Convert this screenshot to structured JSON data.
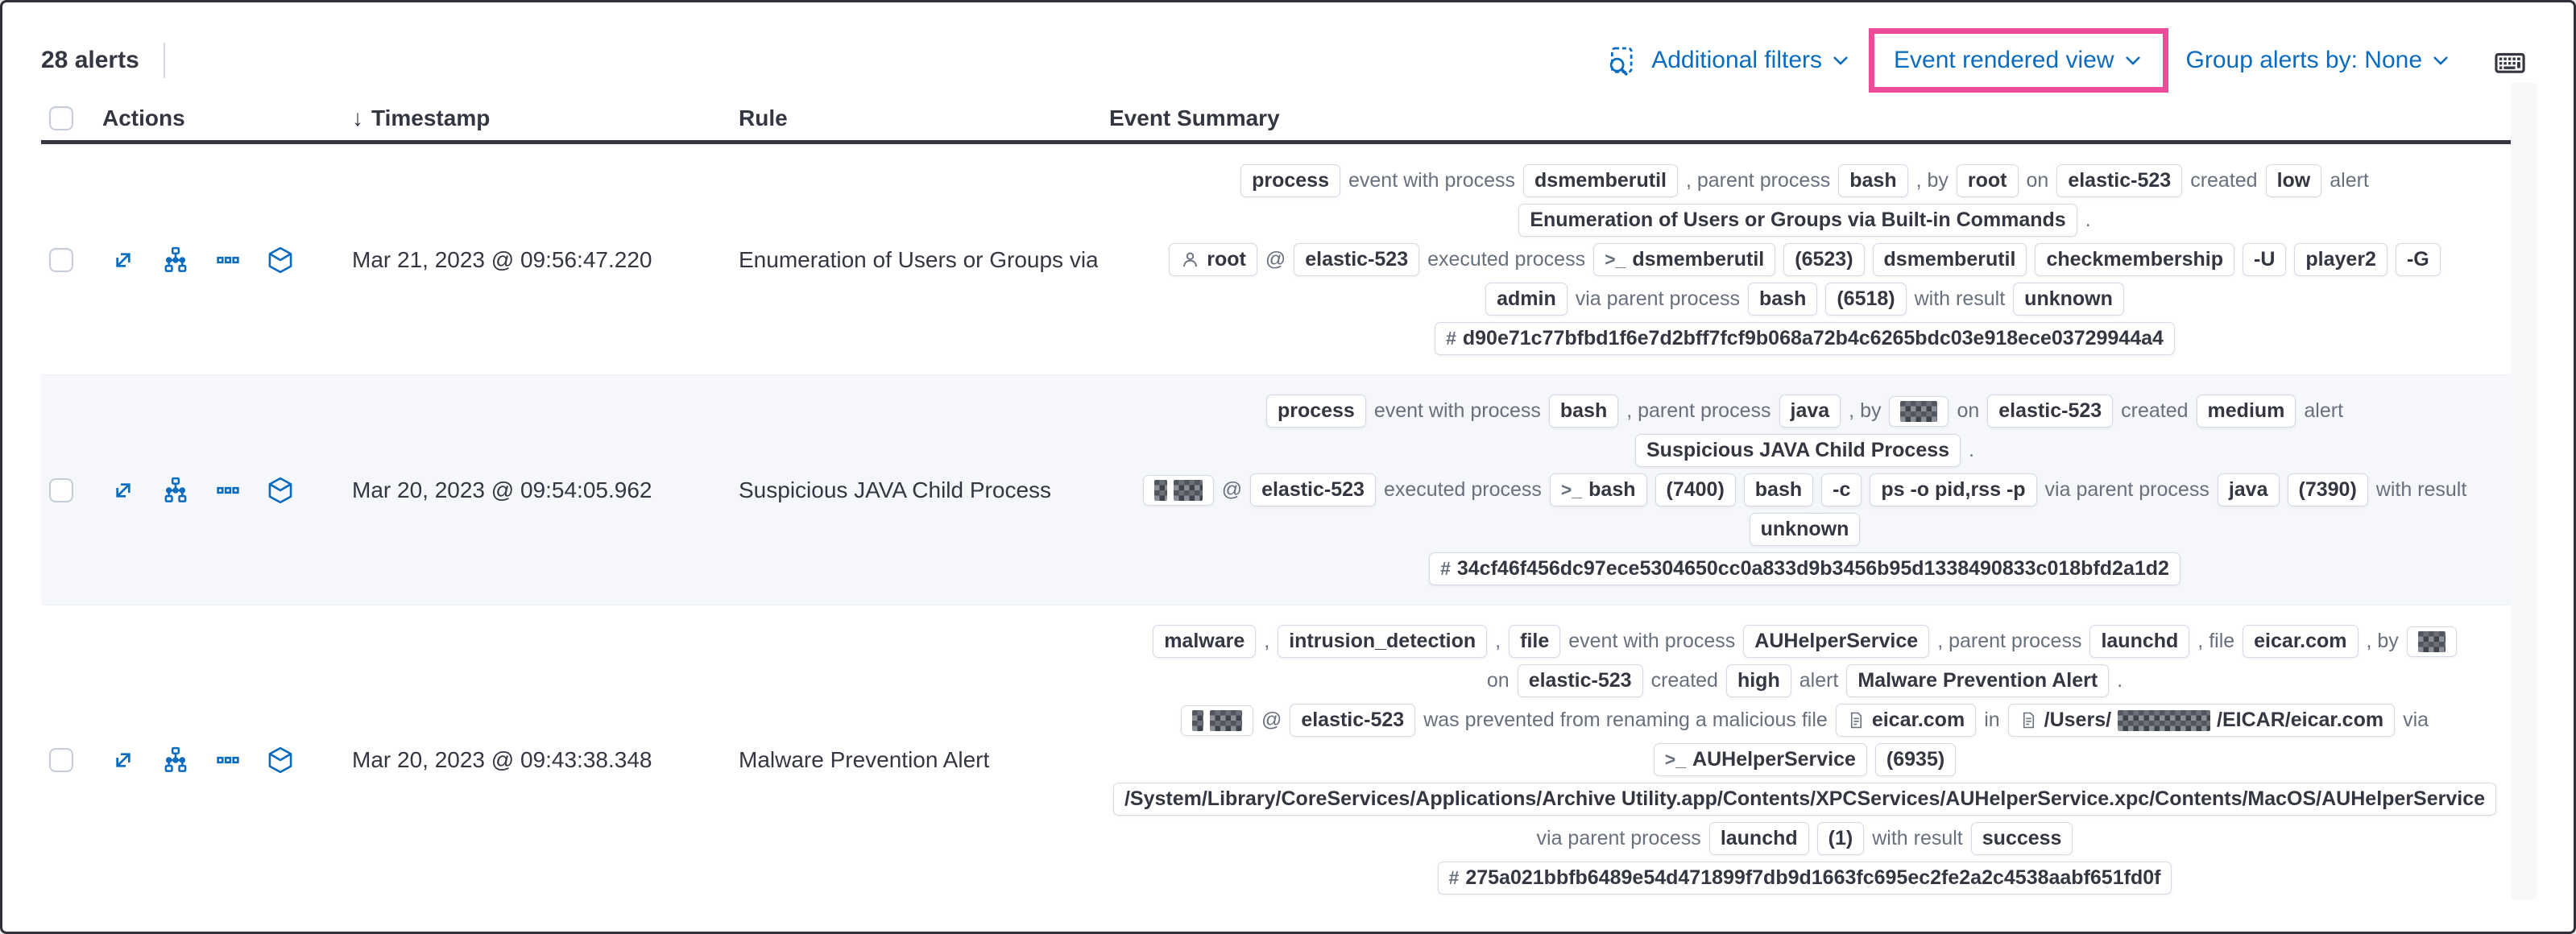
{
  "toolbar": {
    "alert_count": "28 alerts",
    "additional_filters_label": "Additional filters",
    "view_selector_label": "Event rendered view",
    "group_by_label": "Group alerts by: None",
    "highlight_color": "#ee4c9a",
    "link_color": "#0b6bbf"
  },
  "table": {
    "sort_icon": "↓",
    "headers": {
      "actions": "Actions",
      "timestamp": "Timestamp",
      "rule": "Rule",
      "event_summary": "Event Summary"
    }
  },
  "row_actions": [
    {
      "icon": "expand",
      "name": "expand-alert-icon"
    },
    {
      "icon": "analyzer",
      "name": "analyze-event-icon"
    },
    {
      "icon": "more",
      "name": "more-actions-icon"
    },
    {
      "icon": "session",
      "name": "session-view-icon"
    }
  ],
  "rows": [
    {
      "timestamp": "Mar 21, 2023 @ 09:56:47.220",
      "rule": "Enumeration of Users or Groups via Bui",
      "summary_lines": [
        [
          {
            "b": [
              "process"
            ]
          },
          {
            "t": "event with process"
          },
          {
            "b": [
              "dsmemberutil"
            ]
          },
          {
            "t": ", parent process"
          },
          {
            "b": [
              "bash"
            ]
          },
          {
            "t": ", by"
          },
          {
            "b": [
              "root"
            ]
          },
          {
            "t": "on"
          },
          {
            "b": [
              "elastic-523"
            ]
          },
          {
            "t": "created"
          },
          {
            "b": [
              "low"
            ]
          },
          {
            "t": "alert"
          }
        ],
        [
          {
            "b": [
              "Enumeration of Users or Groups via Built-in Commands"
            ]
          },
          {
            "t": "."
          }
        ],
        [
          {
            "b": [
              "root"
            ],
            "icon": "user"
          },
          {
            "t": "@"
          },
          {
            "b": [
              "elastic-523"
            ]
          },
          {
            "t": "executed process"
          },
          {
            "b": [
              "dsmemberutil"
            ],
            "icon": "terminal"
          },
          {
            "b": [
              "(6523)"
            ]
          },
          {
            "b": [
              "dsmemberutil"
            ]
          },
          {
            "b": [
              "checkmembership"
            ]
          },
          {
            "b": [
              "-U"
            ]
          },
          {
            "b": [
              "player2"
            ]
          },
          {
            "b": [
              "-G"
            ]
          }
        ],
        [
          {
            "b": [
              "admin"
            ]
          },
          {
            "t": "via parent process"
          },
          {
            "b": [
              "bash"
            ]
          },
          {
            "b": [
              "(6518)"
            ]
          },
          {
            "t": "with result"
          },
          {
            "b": [
              "unknown"
            ]
          }
        ],
        [
          {
            "b": [
              "d90e71c77bfbd1f6e7d2bff7fcf9b068a72b4c6265bdc03e918ece03729944a4"
            ],
            "icon": "hash"
          }
        ]
      ]
    },
    {
      "timestamp": "Mar 20, 2023 @ 09:54:05.962",
      "rule": "Suspicious JAVA Child Process",
      "summary_lines": [
        [
          {
            "b": [
              "process"
            ]
          },
          {
            "t": "event with process"
          },
          {
            "b": [
              "bash"
            ]
          },
          {
            "t": ", parent process"
          },
          {
            "b": [
              "java"
            ]
          },
          {
            "t": ", by"
          },
          {
            "b": [
              {
                "redact": 46
              }
            ]
          },
          {
            "t": "on"
          },
          {
            "b": [
              "elastic-523"
            ]
          },
          {
            "t": "created"
          },
          {
            "b": [
              "medium"
            ]
          },
          {
            "t": "alert"
          }
        ],
        [
          {
            "b": [
              "Suspicious JAVA Child Process"
            ]
          },
          {
            "t": "."
          }
        ],
        [
          {
            "b": [
              {
                "redact": 16
              },
              {
                "redact": 36
              }
            ]
          },
          {
            "t": "@"
          },
          {
            "b": [
              "elastic-523"
            ]
          },
          {
            "t": "executed process"
          },
          {
            "b": [
              "bash"
            ],
            "icon": "terminal"
          },
          {
            "b": [
              "(7400)"
            ]
          },
          {
            "b": [
              "bash"
            ]
          },
          {
            "b": [
              "-c"
            ]
          },
          {
            "b": [
              "ps -o pid,rss -p"
            ]
          },
          {
            "t": "via parent process"
          },
          {
            "b": [
              "java"
            ]
          },
          {
            "b": [
              "(7390)"
            ]
          },
          {
            "t": "with result"
          }
        ],
        [
          {
            "b": [
              "unknown"
            ]
          }
        ],
        [
          {
            "b": [
              "34cf46f456dc97ece5304650cc0a833d9b3456b95d1338490833c018bfd2a1d2"
            ],
            "icon": "hash"
          }
        ]
      ]
    },
    {
      "timestamp": "Mar 20, 2023 @ 09:43:38.348",
      "rule": "Malware Prevention Alert",
      "summary_lines": [
        [
          {
            "b": [
              "malware"
            ]
          },
          {
            "t": ","
          },
          {
            "b": [
              "intrusion_detection"
            ]
          },
          {
            "t": ","
          },
          {
            "b": [
              "file"
            ]
          },
          {
            "t": "event with process"
          },
          {
            "b": [
              "AUHelperService"
            ]
          },
          {
            "t": ", parent process"
          },
          {
            "b": [
              "launchd"
            ]
          },
          {
            "t": ", file"
          },
          {
            "b": [
              "eicar.com"
            ]
          },
          {
            "t": ", by"
          },
          {
            "b": [
              {
                "redact": 34
              }
            ]
          }
        ],
        [
          {
            "t": "on"
          },
          {
            "b": [
              "elastic-523"
            ]
          },
          {
            "t": "created"
          },
          {
            "b": [
              "high"
            ]
          },
          {
            "t": "alert"
          },
          {
            "b": [
              "Malware Prevention Alert"
            ]
          },
          {
            "t": "."
          }
        ],
        [
          {
            "b": [
              {
                "redact": 14
              },
              {
                "redact": 40
              }
            ]
          },
          {
            "t": "@"
          },
          {
            "b": [
              "elastic-523"
            ]
          },
          {
            "t": "was prevented from renaming a malicious file"
          },
          {
            "b": [
              "eicar.com"
            ],
            "icon": "file"
          },
          {
            "t": "in"
          },
          {
            "b": [
              "/Users/",
              {
                "redact": 115
              },
              "/EICAR/eicar.com"
            ],
            "icon": "file"
          },
          {
            "t": "via"
          }
        ],
        [
          {
            "b": [
              "AUHelperService"
            ],
            "icon": "terminal"
          },
          {
            "b": [
              "(6935)"
            ]
          }
        ],
        [
          {
            "b": [
              "/System/Library/CoreServices/Applications/Archive Utility.app/Contents/XPCServices/AUHelperService.xpc/Contents/MacOS/AUHelperService"
            ]
          }
        ],
        [
          {
            "t": "via parent process"
          },
          {
            "b": [
              "launchd"
            ]
          },
          {
            "b": [
              "(1)"
            ]
          },
          {
            "t": "with result"
          },
          {
            "b": [
              "success"
            ]
          }
        ],
        [
          {
            "b": [
              "275a021bbfb6489e54d471899f7db9d1663fc695ec2fe2a2c4538aabf651fd0f"
            ],
            "icon": "hash"
          }
        ]
      ]
    }
  ]
}
